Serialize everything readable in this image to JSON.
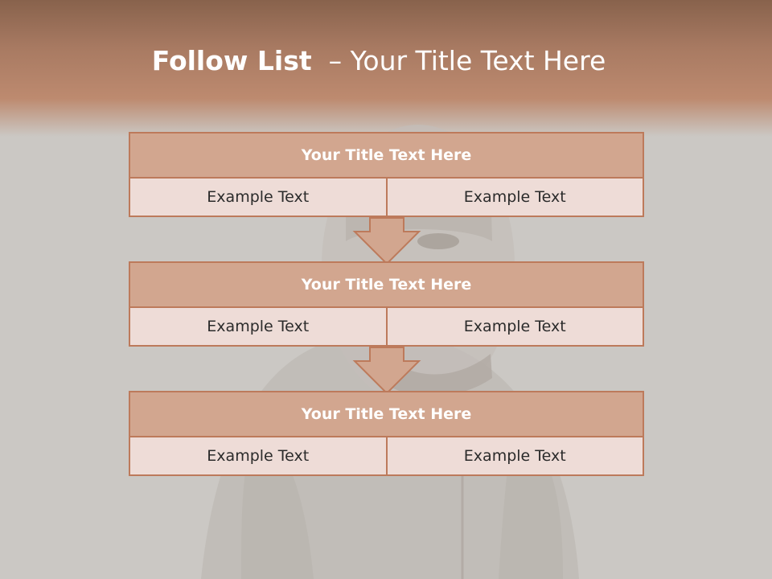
{
  "title": {
    "bold": "Follow List",
    "rest": "– Your Title Text Here"
  },
  "blocks": [
    {
      "title": "Your Title Text Here",
      "left": "Example Text",
      "right": "Example Text"
    },
    {
      "title": "Your Title Text Here",
      "left": "Example Text",
      "right": "Example Text"
    },
    {
      "title": "Your Title Text Here",
      "left": "Example Text",
      "right": "Example Text"
    }
  ],
  "colors": {
    "header": "#bd8a6f",
    "title_bar": "#d2a68f",
    "cell_fill": "#eedcd7",
    "border": "#bd7a5b",
    "background": "#cbc8c4"
  },
  "icons": [
    "down-arrow-icon"
  ]
}
